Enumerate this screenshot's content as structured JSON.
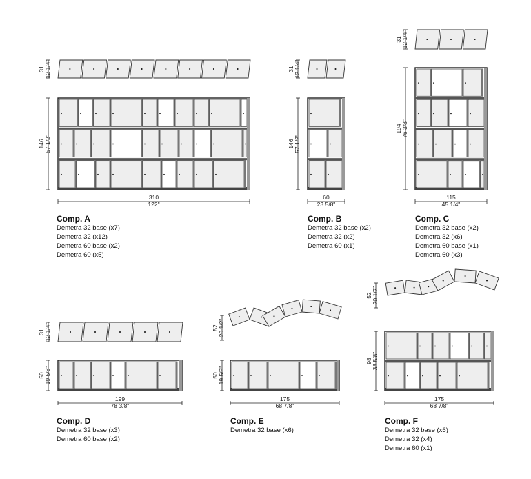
{
  "compositions": [
    {
      "id": "A",
      "title": "Comp. A",
      "items": [
        "Demetra 32 base (x7)",
        "Demetra 32 (x12)",
        "Demetra 60 base (x2)",
        "Demetra 60 (x5)"
      ],
      "width_cm": "310",
      "width_in": "122\"",
      "height_cm": "146",
      "height_in": "57 1/2\"",
      "depth_cm": "31",
      "depth_in": "12 1/4\""
    },
    {
      "id": "B",
      "title": "Comp. B",
      "items": [
        "Demetra 32 base (x2)",
        "Demetra 32 (x2)",
        "Demetra 60 (x1)"
      ],
      "width_cm": "60",
      "width_in": "23 5/8\"",
      "height_cm": "146",
      "height_in": "57 1/2\"",
      "depth_cm": "31",
      "depth_in": "12 1/4\""
    },
    {
      "id": "C",
      "title": "Comp. C",
      "items": [
        "Demetra 32 base (x2)",
        "Demetra 32 (x6)",
        "Demetra 60 base (x1)",
        "Demetra 60 (x3)"
      ],
      "width_cm": "115",
      "width_in": "45 1/4\"",
      "height_cm": "194",
      "height_in": "76 3/8\"",
      "depth_cm": "31",
      "depth_in": "12 1/4\""
    },
    {
      "id": "D",
      "title": "Comp. D",
      "items": [
        "Demetra 32 base (x3)",
        "Demetra 60 base (x2)"
      ],
      "width_cm": "199",
      "width_in": "78 3/8\"",
      "height_cm": "50",
      "height_in": "19 5/8\"",
      "depth_cm": "31",
      "depth_in": "12 1/4\""
    },
    {
      "id": "E",
      "title": "Comp. E",
      "items": [
        "Demetra 32 base (x6)"
      ],
      "width_cm": "175",
      "width_in": "68 7/8\"",
      "height_cm": "50",
      "height_in": "19 5/8\"",
      "depth_cm": "52",
      "depth_in": "20 1/2\""
    },
    {
      "id": "F",
      "title": "Comp. F",
      "items": [
        "Demetra 32 base (x6)",
        "Demetra 32 (x4)",
        "Demetra 60 (x1)"
      ],
      "width_cm": "175",
      "width_in": "68 7/8\"",
      "height_cm": "98",
      "height_in": "38 5/8\"",
      "depth_cm": "52",
      "depth_in": "20 1/2\""
    }
  ]
}
